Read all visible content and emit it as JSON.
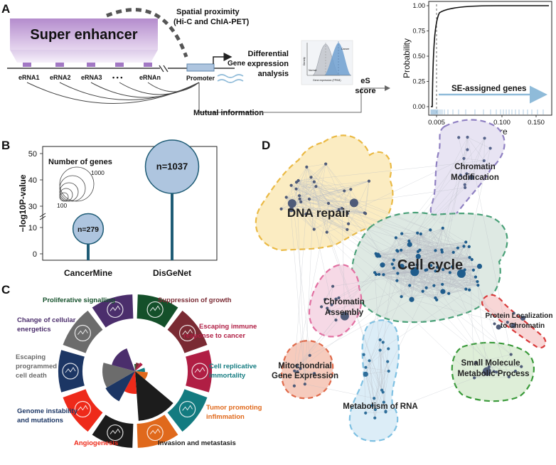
{
  "panel_a": {
    "letter": "A",
    "super_enhancer": "Super enhancer",
    "spatial_line1": "Spatial proximity",
    "spatial_line2": "(Hi-C and ChIA-PET)",
    "erna_labels": [
      "eRNA1",
      "eRNA2",
      "eRNA3",
      "• • •",
      "eRNAn"
    ],
    "promoter": "Promoter",
    "gene": "Gene",
    "mutual_information": "Mutual information",
    "diff_line1": "Differential",
    "diff_line2": "expression",
    "diff_line3": "analysis",
    "mini_normal": "Normal",
    "mini_cancer": "Cancer",
    "mini_xlabel": "Gene expression (FPKM)",
    "mini_ylabel": "Density",
    "es_line1": "eS",
    "es_line2": "score"
  },
  "panel_a_chart": {
    "type": "line",
    "ylabel": "Probability",
    "xlabel": "eS score",
    "yticks": [
      "0.00",
      "0.25",
      "0.50",
      "0.75",
      "1.00"
    ],
    "xticks": [
      "0.005",
      "0.100",
      "0.150"
    ],
    "annotation": "SE-assigned genes",
    "cutoff": 0.005
  },
  "panel_b": {
    "letter": "B",
    "ylabel": "−log10P-value",
    "yticks": [
      "0",
      "10",
      "30",
      "40",
      "50"
    ],
    "legend_title": "Number of genes",
    "legend_sizes": [
      "1000",
      "100"
    ],
    "categories": [
      "CancerMine",
      "DisGeNet"
    ],
    "bubbles": [
      {
        "label": "n=279",
        "neglogp": 9.5,
        "n": 279
      },
      {
        "label": "n=1037",
        "neglogp": 45,
        "n": 1037
      }
    ]
  },
  "panel_c": {
    "letter": "C",
    "hallmarks": [
      {
        "label": "Proliferative signalling",
        "color": "#14502a"
      },
      {
        "label": "Suppression of growth",
        "color": "#7a2a33"
      },
      {
        "label": "Escaping immune response to cancer",
        "color": "#b01e44"
      },
      {
        "label": "Cell replicative immortality",
        "color": "#137b80"
      },
      {
        "label": "Tumor promoting inflmmation",
        "color": "#e0691c"
      },
      {
        "label": "Invasion and metastasis",
        "color": "#1c1c1c"
      },
      {
        "label": "Angiogenesis",
        "color": "#ee2a1a"
      },
      {
        "label": "Genome instability and mutations",
        "color": "#1c3664"
      },
      {
        "label": "Escaping programmed cell death",
        "color": "#6c6c6c"
      },
      {
        "label": "Change of cellular energetics",
        "color": "#4b2e6c"
      }
    ]
  },
  "panel_d": {
    "letter": "D",
    "clusters": [
      "DNA repair",
      "Chromatin Modification",
      "Cell cycle",
      "Chromatin Assembly",
      "Protein Localization to Chromatin",
      "Mitochondrial Gene Expression",
      "Small Molecule Metabolic Process",
      "Metabolism of RNA"
    ]
  },
  "colors": {
    "super_enhancer": "#c9a8dc",
    "stick": "#1f5c76",
    "bubble": "#aec5df",
    "es_arrow": "#8fbbd9"
  }
}
